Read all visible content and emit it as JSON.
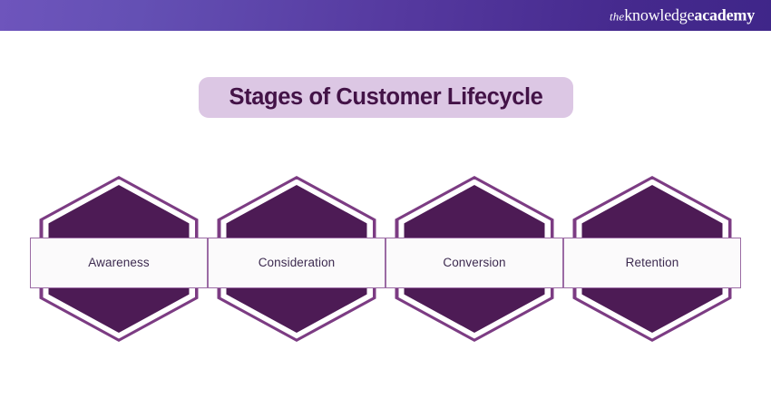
{
  "header": {
    "brand": {
      "prefix": "the",
      "mid": "knowledge",
      "suffix": "academy"
    },
    "gradient_from": "#6E55BC",
    "gradient_to": "#3F2689"
  },
  "title": {
    "text": "Stages of Customer Lifecycle",
    "pill_background": "#DCC7E4",
    "text_color": "#431347"
  },
  "diagram": {
    "shape": "hexagon",
    "hex_fill": "#4D1B55",
    "hex_outline": "#7C3C83",
    "band_background": "#FBFAFB",
    "band_border": "#9B6BA4",
    "label_color": "#3D2B50",
    "stages": [
      {
        "label": "Awareness"
      },
      {
        "label": "Consideration"
      },
      {
        "label": "Conversion"
      },
      {
        "label": "Retention"
      }
    ]
  }
}
